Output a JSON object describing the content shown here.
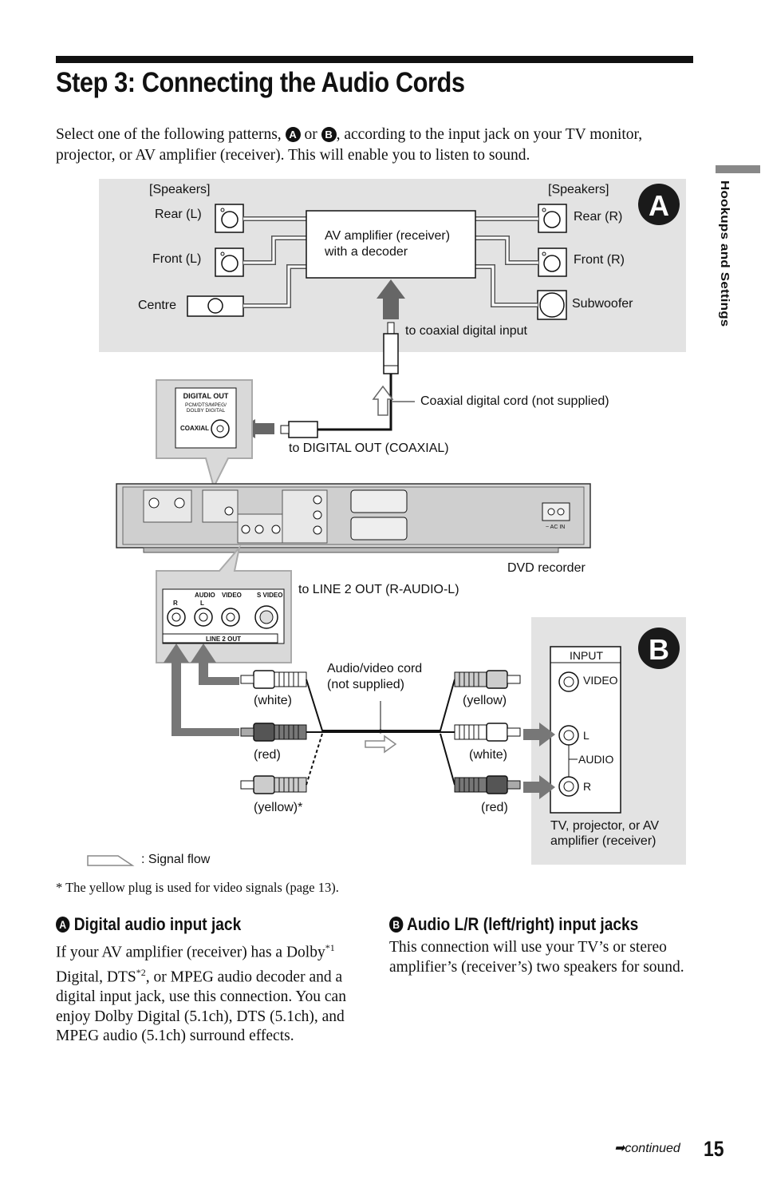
{
  "page": {
    "title": "Step 3: Connecting the Audio Cords",
    "intro_pre": "Select one of the following patterns, ",
    "intro_or": " or ",
    "intro_post": ", according to the input jack on your TV monitor, projector, or AV amplifier (receiver). This will enable you to listen to sound.",
    "marker_a": "A",
    "marker_b": "B",
    "side_tab": "Hookups and Settings",
    "footnote": "* The yellow plug is used for video signals (page 13).",
    "continued": "continued",
    "page_number": "15"
  },
  "diagram": {
    "speakers_left": "[Speakers]",
    "speakers_right": "[Speakers]",
    "rear_l": "Rear (L)",
    "front_l": "Front (L)",
    "centre": "Centre",
    "rear_r": "Rear (R)",
    "front_r": "Front (R)",
    "subwoofer": "Subwoofer",
    "amp_line1": "AV amplifier (receiver)",
    "amp_line2": "with a decoder",
    "to_coaxial": "to coaxial digital input",
    "coaxial_cord": "Coaxial digital cord (not supplied)",
    "to_digital_out": "to DIGITAL OUT (COAXIAL)",
    "digital_out": "DIGITAL OUT",
    "digital_formats_1": "PCM/DTS/MPEG/",
    "digital_formats_2": "DOLBY DIGITAL",
    "coaxial": "COAXIAL",
    "dvd_recorder": "DVD recorder",
    "to_line2_out": "to LINE 2 OUT (R-AUDIO-L)",
    "audio": "AUDIO",
    "video": "VIDEO",
    "s_video": "S VIDEO",
    "r": "R",
    "l": "L",
    "line2_out": "LINE 2 OUT",
    "av_cord_1": "Audio/video cord",
    "av_cord_2": "(not supplied)",
    "white_left": "(white)",
    "red_left": "(red)",
    "yellow_left": "(yellow)*",
    "yellow_right": "(yellow)",
    "white_right": "(white)",
    "red_right": "(red)",
    "input": "INPUT",
    "tv_video": "VIDEO",
    "tv_l": "L",
    "tv_audio": "AUDIO",
    "tv_r": "R",
    "tv_label_1": "TV, projector, or AV",
    "tv_label_2": "amplifier (receiver)",
    "signal_flow": ": Signal flow",
    "ac_in": "~ AC IN"
  },
  "section_a": {
    "marker": "A",
    "heading": "Digital audio input jack",
    "body_1": "If your AV amplifier (receiver) has a Dolby",
    "sup_1": "*1",
    "body_2": " Digital, DTS",
    "sup_2": "*2",
    "body_3": ", or MPEG audio decoder and a digital input jack, use this connection. You can enjoy Dolby Digital (5.1ch), DTS (5.1ch), and MPEG audio (5.1ch) surround effects."
  },
  "section_b": {
    "marker": "B",
    "heading": "Audio L/R (left/right) input jacks",
    "body": "This connection will use your TV’s or stereo amplifier’s (receiver’s) two speakers for sound."
  }
}
